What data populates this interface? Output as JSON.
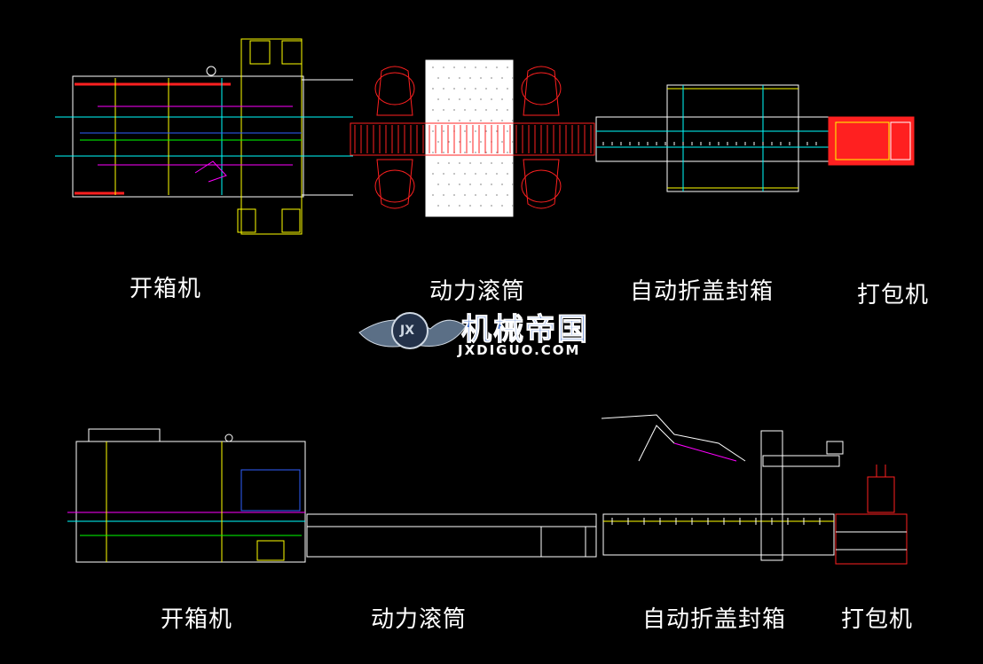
{
  "top_labels": {
    "box_opener": "开箱机",
    "power_roller": "动力滚筒",
    "auto_folding_sealer": "自动折盖封箱",
    "strapping_machine": "打包机"
  },
  "bottom_labels": {
    "box_opener": "开箱机",
    "power_roller": "动力滚筒",
    "auto_folding_sealer": "自动折盖封箱",
    "strapping_machine": "打包机"
  },
  "watermark": {
    "title": "机械帝国",
    "url": "JXDIGUO.COM",
    "logo_text": "JX"
  },
  "colors": {
    "background": "#000000",
    "label": "#ffffff",
    "cad_white": "#ffffff",
    "cad_yellow": "#ffff00",
    "cad_cyan": "#00ffff",
    "cad_magenta": "#ff00ff",
    "cad_red": "#ff2020",
    "cad_green": "#00ff00",
    "cad_blue": "#3060ff"
  }
}
